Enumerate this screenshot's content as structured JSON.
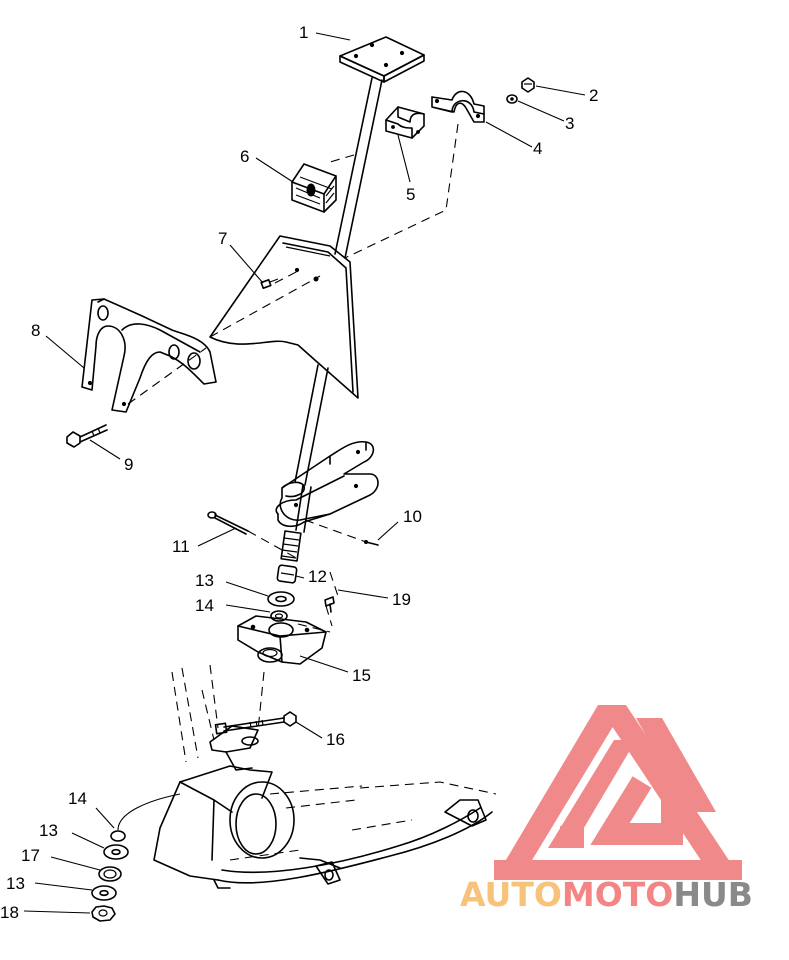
{
  "diagram": {
    "callouts": [
      "1",
      "2",
      "3",
      "4",
      "5",
      "6",
      "7",
      "8",
      "9",
      "10",
      "11",
      "12",
      "13",
      "14",
      "15",
      "16",
      "19",
      "14",
      "13",
      "17",
      "13",
      "18"
    ]
  },
  "watermark": {
    "part1": "AUTO",
    "part2": "MOTO",
    "part3": "HUB",
    "colors": {
      "logo": "#f08a8a",
      "auto": "#f7c27a",
      "moto": "#f48585",
      "hub": "#8a8a8a"
    }
  }
}
